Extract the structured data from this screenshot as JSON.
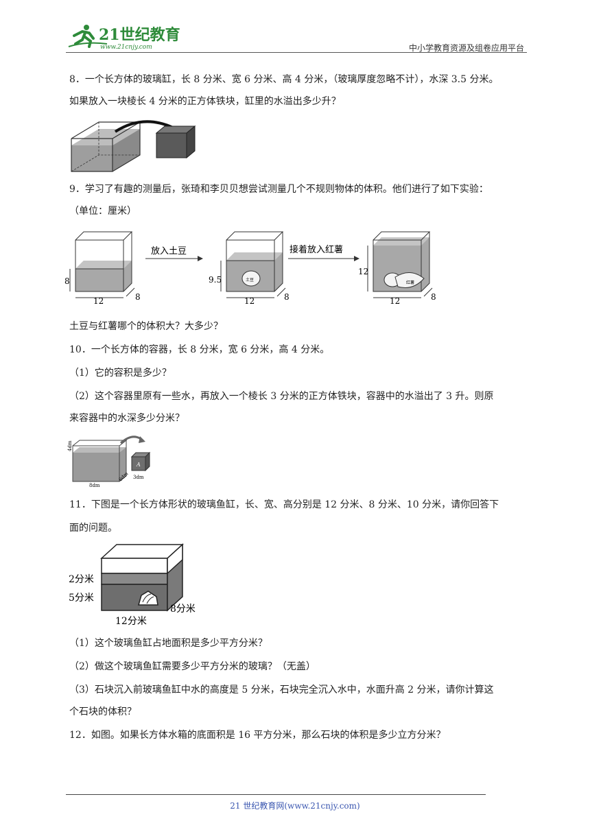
{
  "header": {
    "logo_text": "21世纪教育",
    "logo_url": "www.21cnjy.com",
    "platform": "中小学教育资源及组卷应用平台"
  },
  "q8": {
    "line1": "8．一个长方体的玻璃缸，长 8 分米、宽 6 分米、高 4 分米，（玻璃厚度忽略不计），水深 3.5 分米。",
    "line2": "如果放入一块棱长 4 分米的正方体铁块，缸里的水溢出多少升？"
  },
  "q9": {
    "line1": "9．学习了有趣的测量后，张琦和李贝贝想尝试测量几个不规则物体的体积。他们进行了如下实验：",
    "line2": "（单位：厘米）",
    "fig": {
      "arrow1": "放入土豆",
      "arrow2": "接着放入红薯",
      "h1": "8",
      "h2": "9.5",
      "h3": "12",
      "len": "12",
      "wid": "8",
      "potato": "土豆",
      "sweet_potato": "红薯"
    },
    "question": "土豆与红薯哪个的体积大？大多少？"
  },
  "q10": {
    "line1": "10．一个长方体的容器，长 8 分米，宽 6 分米，高 4 分米。",
    "line2": "（1）它的容积是多少？",
    "line3": "（2）这个容器里原有一些水，再放入一个棱长 3 分米的正方体铁块，容器中的水溢出了 3 升。则原",
    "line4": "来容器中的水深多少分米？",
    "fig": {
      "h": "4dm",
      "l": "8dm",
      "w": "6dm",
      "cube": "A",
      "side": "3dm"
    }
  },
  "q11": {
    "line1": "11．下图是一个长方体形状的玻璃鱼缸，长、宽、高分别是 12 分米、8 分米、10 分米，请你回答下",
    "line2": "面的问题。",
    "fig": {
      "rise": "2分米",
      "depth": "5分米",
      "wid": "8分米",
      "len": "12分米"
    },
    "sub1": "（1）这个玻璃鱼缸占地面积是多少平方分米？",
    "sub2": "（2）做这个玻璃鱼缸需要多少平方分米的玻璃？（无盖）",
    "sub3a": "（3）石块沉入前玻璃鱼缸中水的高度是 5 分米，石块完全沉入水中，水面升高 2 分米，请你计算这",
    "sub3b": "个石块的体积？"
  },
  "q12": {
    "line1": "12．如图。如果长方体水箱的底面积是 16 平方分米，那么石块的体积是多少立方分米？"
  },
  "footer": {
    "text": "21 世纪教育网(www.21cnjy.com)"
  },
  "colors": {
    "water": "#9a9a9a",
    "dark_water": "#6e6e6e",
    "logo_green": "#2e8b3a",
    "footer_blue": "#3b57b0"
  }
}
